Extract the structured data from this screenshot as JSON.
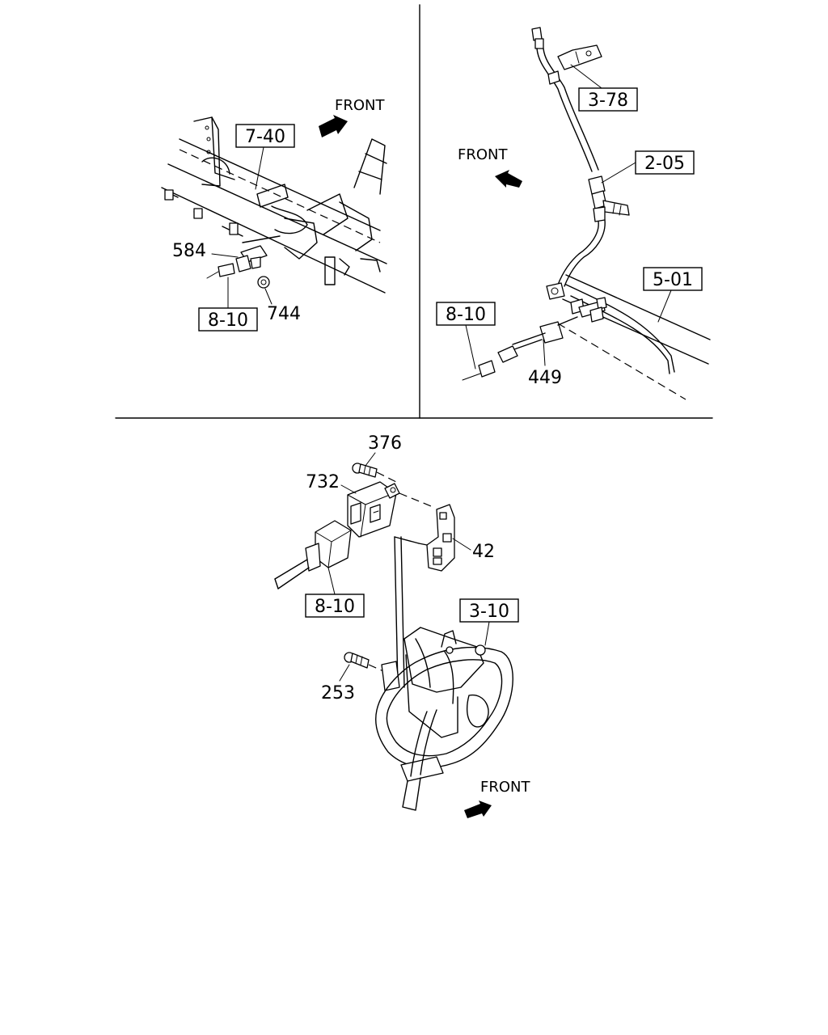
{
  "arrow_text": "FRONT",
  "top_left": {
    "ref_frame": "7-40",
    "ref_connector": "8-10",
    "part_584": "584",
    "part_744": "744"
  },
  "top_right": {
    "ref_clip": "3-78",
    "ref_hose": "2-05",
    "ref_frame": "5-01",
    "ref_connector": "8-10",
    "part_449": "449"
  },
  "bottom": {
    "part_376": "376",
    "part_732": "732",
    "part_42": "42",
    "ref_connector": "8-10",
    "ref_pedal": "3-10",
    "part_253": "253"
  }
}
